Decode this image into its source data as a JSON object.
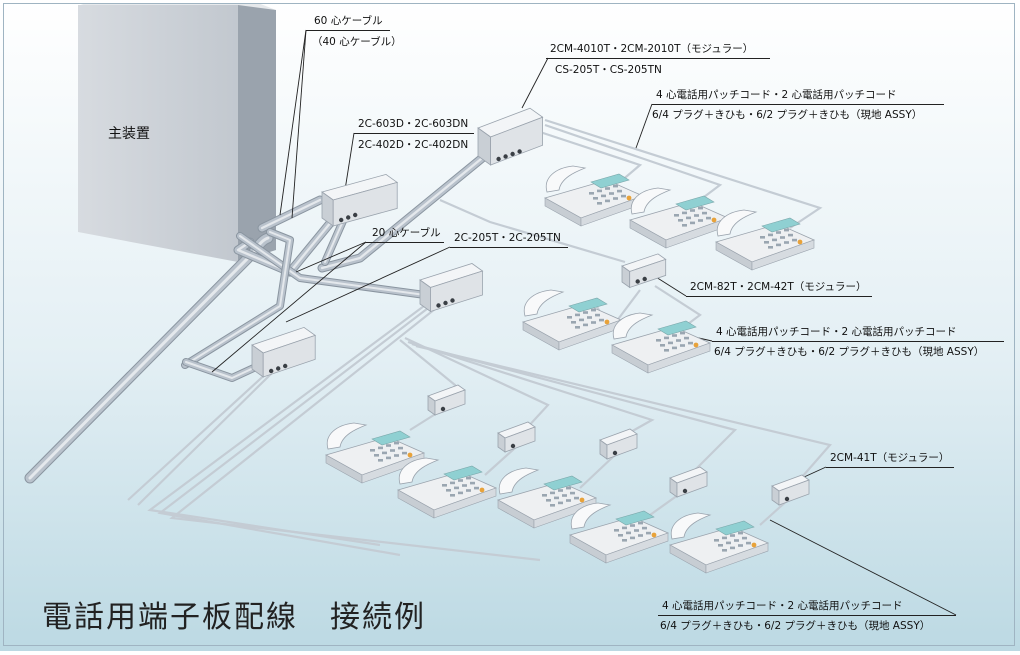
{
  "title": "電話用端子板配線　接続例",
  "main_unit": "主装置",
  "labels": {
    "cable60": "60 心ケーブル",
    "cable40": "（40 心ケーブル）",
    "mod_2cm4010t": "2CM-4010T・2CM-2010T（モジュラー）",
    "cs205t": "CS-205T・CS-205TN",
    "patch_top_1": "4 心電話用パッチコード・2 心電話用パッチコード",
    "patch_top_2": "6/4 プラグ＋きひも・6/2 プラグ＋きひも（現地 ASSY）",
    "c603d": "2C-603D・2C-603DN",
    "c402d": "2C-402D・2C-402DN",
    "cable20": "20 心ケーブル",
    "c205t": "2C-205T・2C-205TN",
    "mod_2cm82t": "2CM-82T・2CM-42T（モジュラー）",
    "patch_mid_1": "4 心電話用パッチコード・2 心電話用パッチコード",
    "patch_mid_2": "6/4 プラグ＋きひも・6/2 プラグ＋きひも（現地 ASSY）",
    "mod_2cm41t": "2CM-41T（モジュラー）",
    "patch_bot_1": "4 心電話用パッチコード・2 心電話用パッチコード",
    "patch_bot_2": "6/4 プラグ＋きひも・6/2 プラグ＋きひも（現地 ASSY）"
  },
  "colors": {
    "bg_top": "#ffffff",
    "bg_bottom": "#c4dfe8",
    "cable": "#b9c2cc",
    "box": "#e9ecef",
    "phone": "#eef0f2",
    "phone_screen": "#8fd0d2"
  },
  "icons": [
    "main-unit-cabinet",
    "terminal-board-box",
    "modular-box",
    "telephone",
    "cable"
  ]
}
